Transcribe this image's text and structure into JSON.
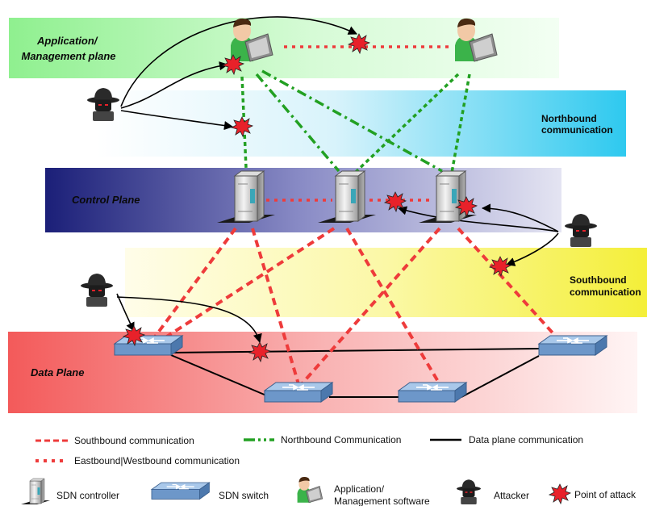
{
  "planes": {
    "application": [
      "Application/",
      "Management plane"
    ],
    "northbound": [
      "Northbound",
      "communication"
    ],
    "control": "Control Plane",
    "southbound": [
      "Southbound",
      "communication"
    ],
    "data": "Data Plane"
  },
  "legend": {
    "southbound": "Southbound communication",
    "northbound": "Northbound Communication",
    "dataplane": "Data plane communication",
    "eastwest": "Eastbound|Westbound communication",
    "sdn_controller": "SDN controller",
    "sdn_switch": "SDN switch",
    "app_software": [
      "Application/",
      "Management software"
    ],
    "attacker": "Attacker",
    "point_of_attack": "Point of attack"
  },
  "colors": {
    "southbound": "#ee3b3b",
    "northbound": "#22a022",
    "dataplane": "#000000",
    "attack": "#e8212a"
  }
}
